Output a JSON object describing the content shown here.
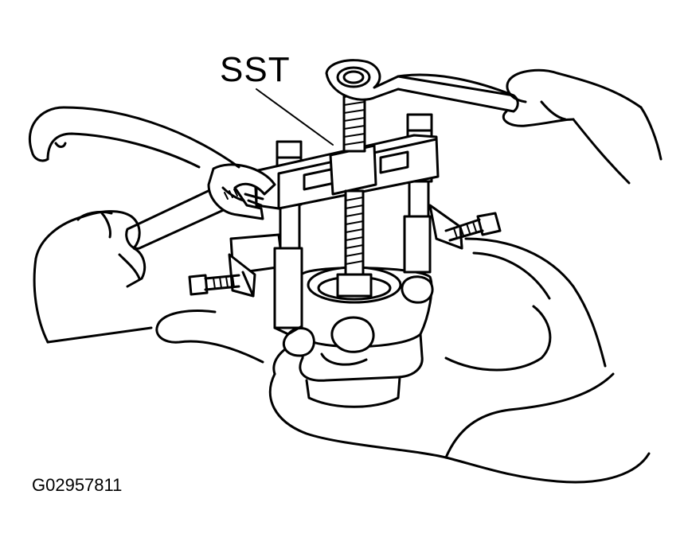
{
  "figure": {
    "callout_label": "SST",
    "figure_code": "G02957811"
  },
  "icons": {
    "illustration": "bearing-puller-illustration"
  },
  "colors": {
    "ink": "#000000",
    "paper": "#ffffff"
  }
}
